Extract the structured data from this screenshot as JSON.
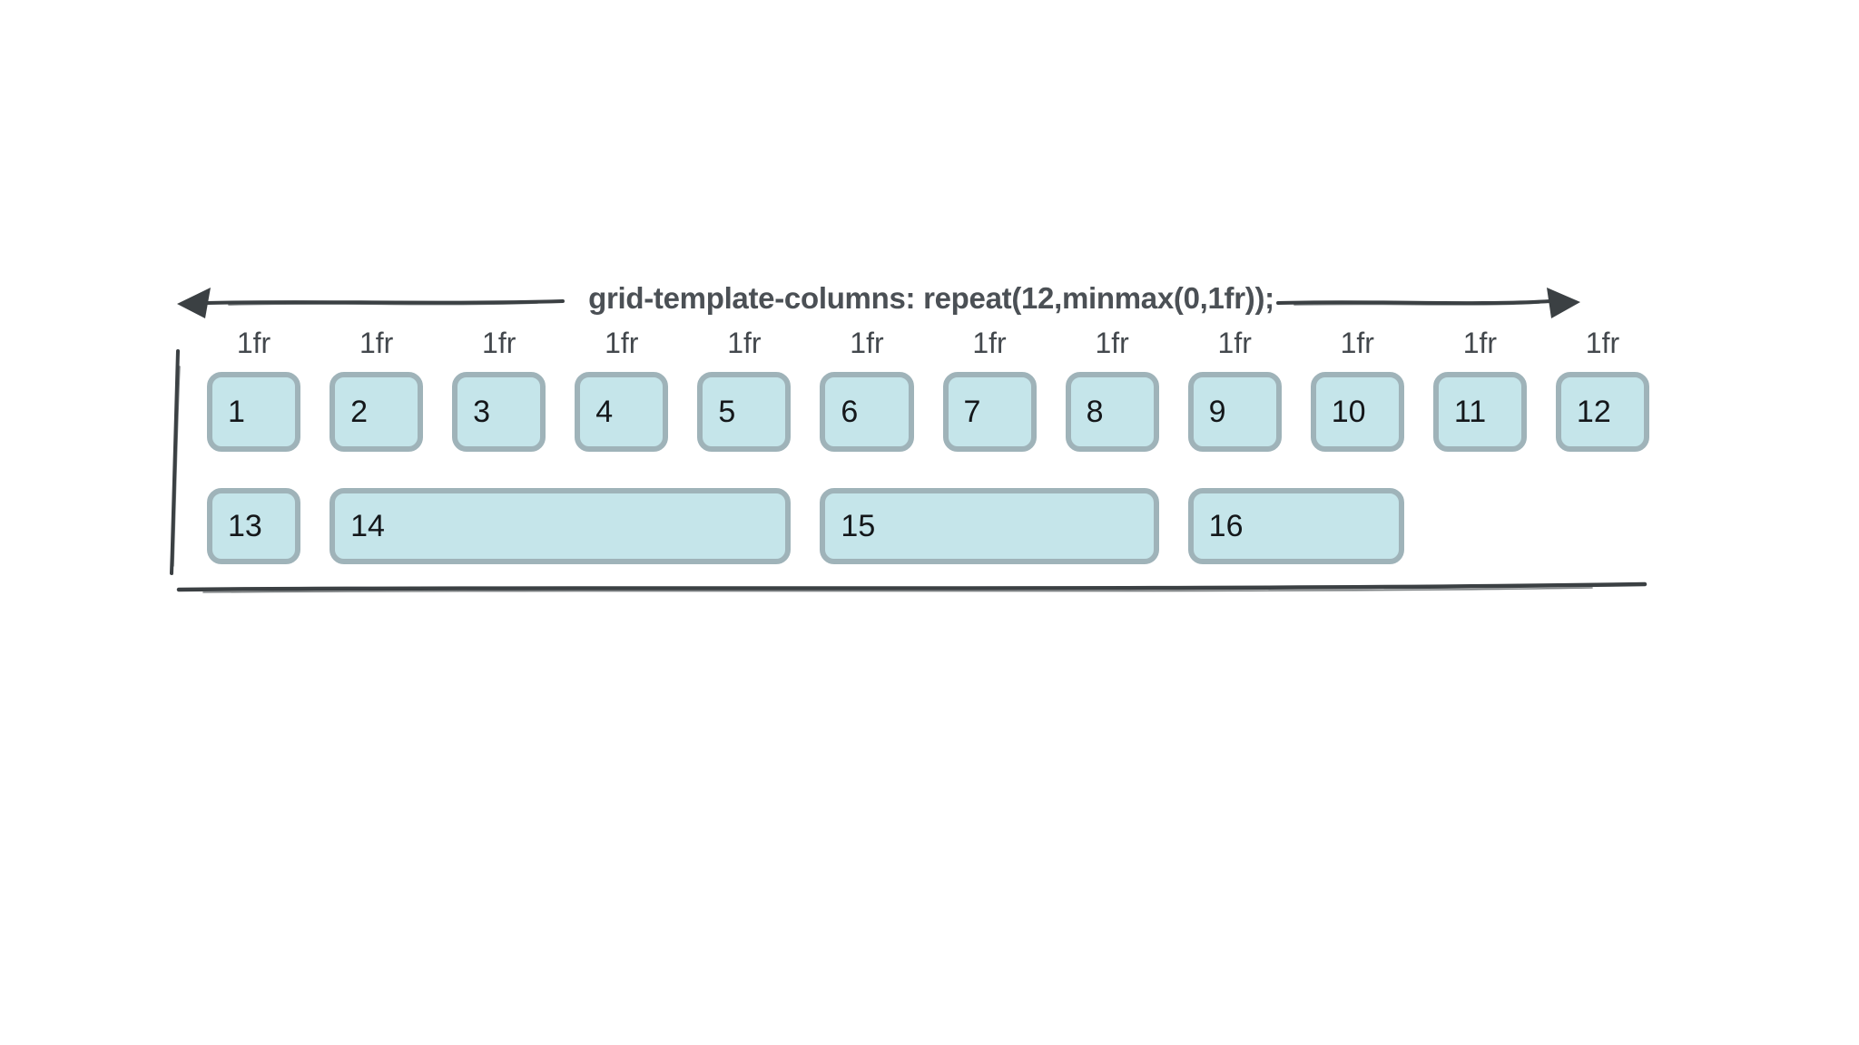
{
  "header": {
    "title": "grid-template-columns: repeat(12,minmax(0,1fr));",
    "left_arrow_icon": "arrow-pointing-left",
    "right_arrow_icon": "arrow-pointing-right"
  },
  "track_labels": [
    "1fr",
    "1fr",
    "1fr",
    "1fr",
    "1fr",
    "1fr",
    "1fr",
    "1fr",
    "1fr",
    "1fr",
    "1fr",
    "1fr"
  ],
  "grid": {
    "column_count": 12,
    "row1_items": [
      {
        "label": "1",
        "span": 1
      },
      {
        "label": "2",
        "span": 1
      },
      {
        "label": "3",
        "span": 1
      },
      {
        "label": "4",
        "span": 1
      },
      {
        "label": "5",
        "span": 1
      },
      {
        "label": "6",
        "span": 1
      },
      {
        "label": "7",
        "span": 1
      },
      {
        "label": "8",
        "span": 1
      },
      {
        "label": "9",
        "span": 1
      },
      {
        "label": "10",
        "span": 1
      },
      {
        "label": "11",
        "span": 1
      },
      {
        "label": "12",
        "span": 1
      }
    ],
    "row2_items": [
      {
        "label": "13",
        "span": 1
      },
      {
        "label": "14",
        "span": 4
      },
      {
        "label": "15",
        "span": 3
      },
      {
        "label": "16",
        "span": 2
      }
    ]
  },
  "colors": {
    "cell_fill": "#c5e5ea",
    "cell_border": "#9fb3b9",
    "title_text": "#4b5055",
    "label_text": "#43484d",
    "cell_text": "#14171a",
    "sketch_line": "#3b4043",
    "background": "#ffffff"
  }
}
